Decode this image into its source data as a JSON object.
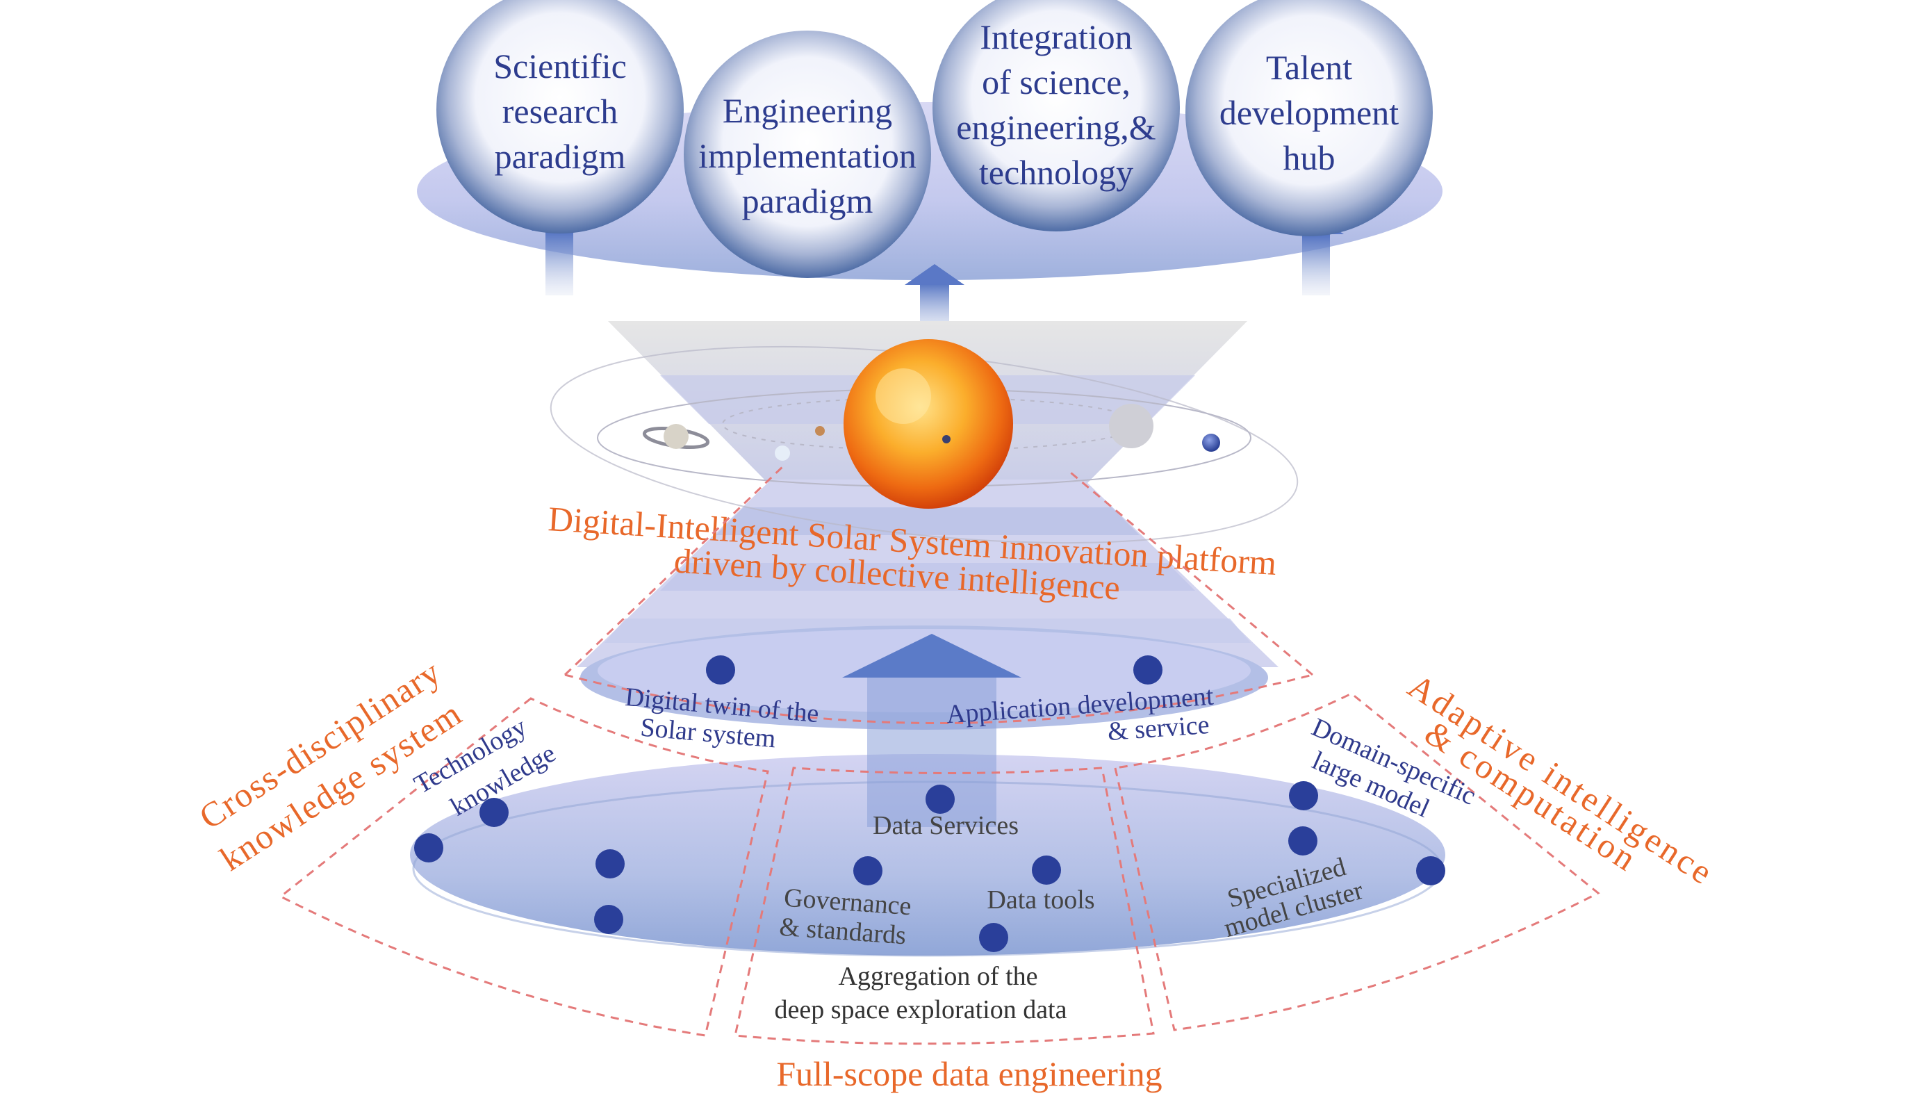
{
  "outcomes": [
    {
      "lines": [
        "Scientific",
        "research",
        "paradigm"
      ]
    },
    {
      "lines": [
        "Engineering",
        "implementation",
        "paradigm"
      ]
    },
    {
      "lines": [
        "Integration",
        "of science,",
        "engineering,&",
        "technology"
      ]
    },
    {
      "lines": [
        "Talent",
        "development",
        "hub"
      ]
    }
  ],
  "platform": {
    "title_line1": "Digital-Intelligent Solar System innovation platform",
    "title_line2": "driven by collective intelligence",
    "left_label": [
      "Digital twin of the",
      "Solar system"
    ],
    "right_label": [
      "Application development",
      "& service"
    ]
  },
  "pillars": {
    "left_title": [
      "Cross-disciplinary",
      "knowledge system"
    ],
    "right_title": [
      "Adaptive intelligence",
      "& computation"
    ],
    "bottom_title": "Full-scope data engineering"
  },
  "base_labels": {
    "technology_knowledge": [
      "Technology",
      "knowledge"
    ],
    "data_services": "Data Services",
    "governance": [
      "Governance",
      "& standards"
    ],
    "data_tools": "Data tools",
    "domain_model": [
      "Domain-specific",
      "large model"
    ],
    "specialized": [
      "Specialized",
      "model cluster"
    ],
    "aggregation": [
      "Aggregation of the",
      "deep space exploration data"
    ]
  },
  "colors": {
    "accent_orange": "#e8682a",
    "label_navy": "#2f3a8c",
    "dot_blue": "#2a3f9a",
    "bubble_text": "#2d3c8e",
    "gray_text": "#444444"
  }
}
